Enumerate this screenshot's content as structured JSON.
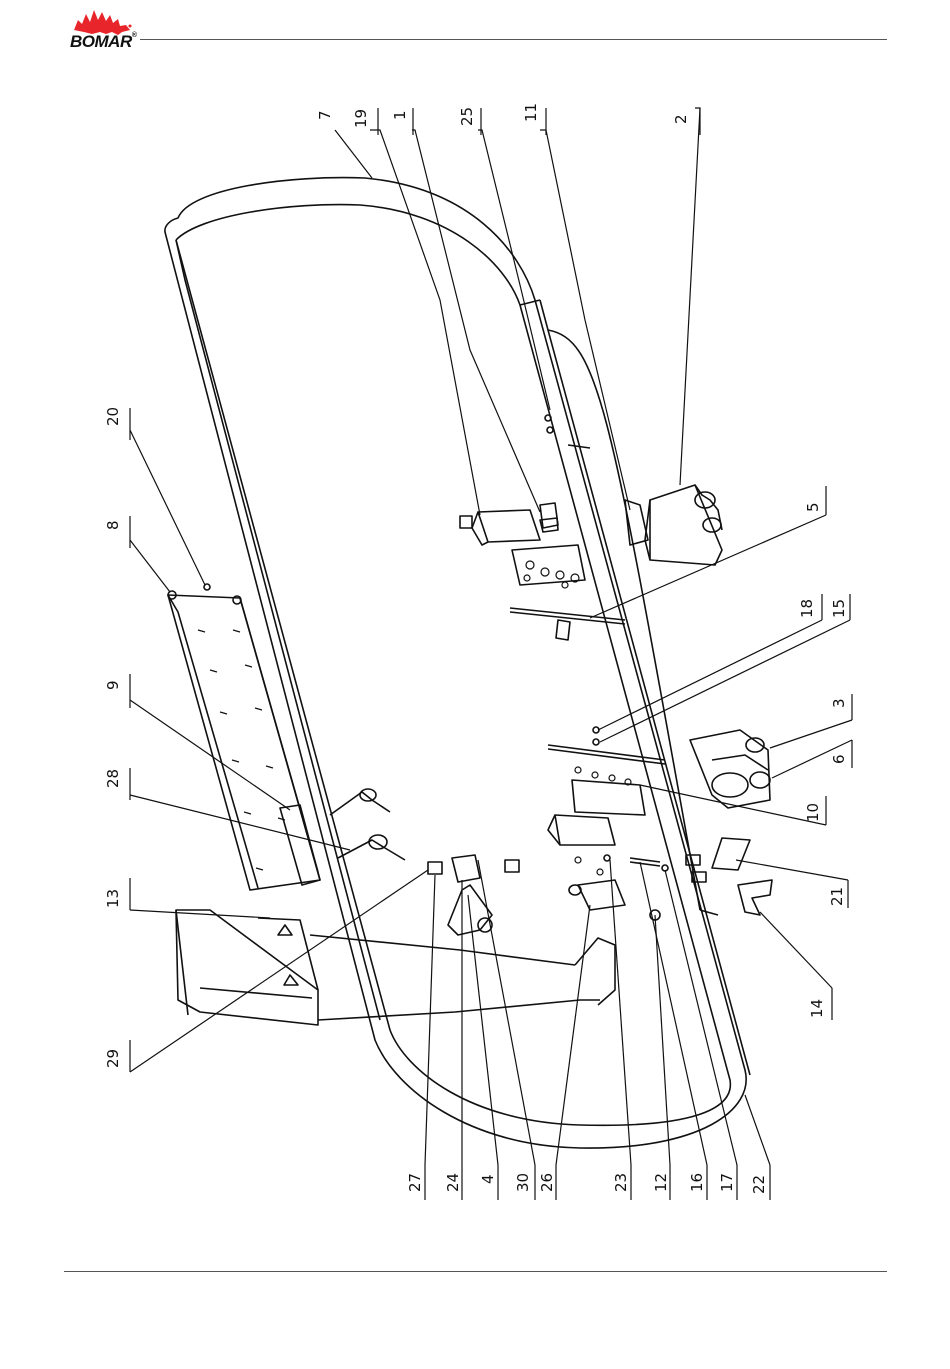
{
  "brand": {
    "name": "BOMAR",
    "accent": "#e8252a",
    "registered": "®"
  },
  "callouts": {
    "top": [
      "7",
      "19",
      "1",
      "25",
      "11",
      "2"
    ],
    "right": [
      "5",
      "18",
      "15",
      "3",
      "6",
      "10",
      "21",
      "14"
    ],
    "bottom": [
      "27",
      "24",
      "4",
      "30",
      "26",
      "23",
      "12",
      "16",
      "17",
      "22"
    ],
    "left": [
      "20",
      "8",
      "9",
      "28",
      "13",
      "29"
    ]
  }
}
